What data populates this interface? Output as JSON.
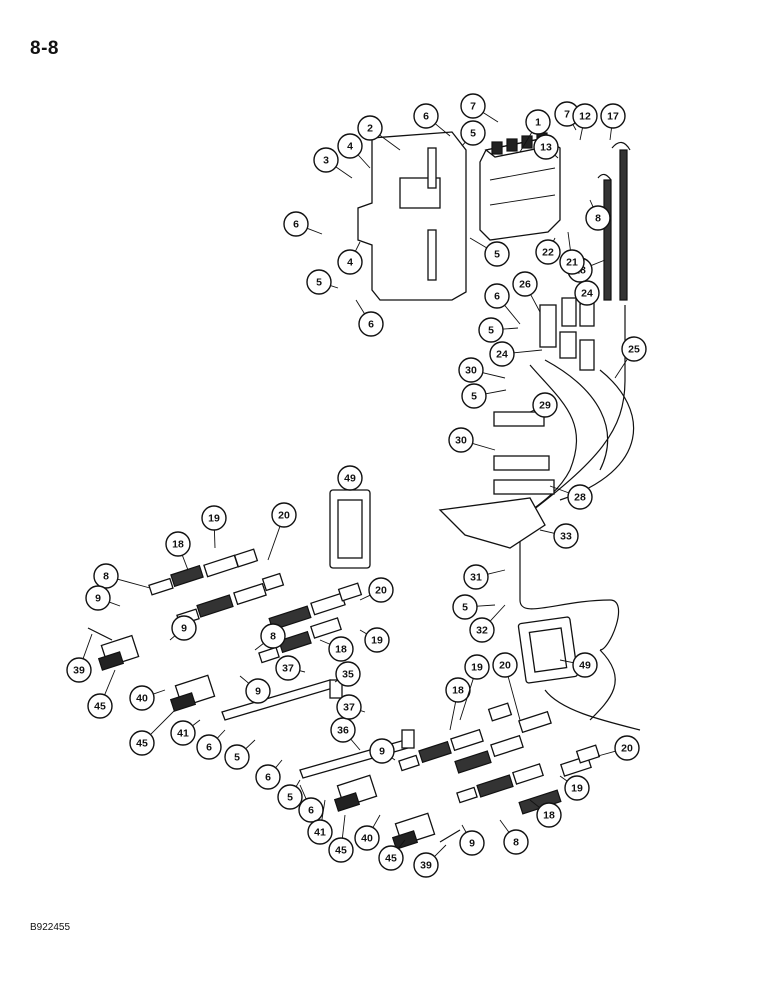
{
  "page": {
    "page_number": "8-8",
    "figure_code": "B922455"
  },
  "callouts": [
    "1",
    "2",
    "3",
    "4",
    "4",
    "5",
    "5",
    "5",
    "5",
    "5",
    "5",
    "5",
    "5",
    "6",
    "6",
    "6",
    "6",
    "6",
    "6",
    "6",
    "7",
    "7",
    "8",
    "8",
    "8",
    "8",
    "9",
    "9",
    "9",
    "9",
    "9",
    "12",
    "13",
    "17",
    "18",
    "18",
    "18",
    "18",
    "18",
    "19",
    "19",
    "19",
    "19",
    "20",
    "20",
    "20",
    "20",
    "21",
    "22",
    "24",
    "24",
    "25",
    "26",
    "28",
    "29",
    "30",
    "30",
    "31",
    "32",
    "33",
    "35",
    "36",
    "37",
    "37",
    "39",
    "39",
    "40",
    "40",
    "41",
    "41",
    "45",
    "45",
    "45",
    "45",
    "49",
    "49"
  ]
}
